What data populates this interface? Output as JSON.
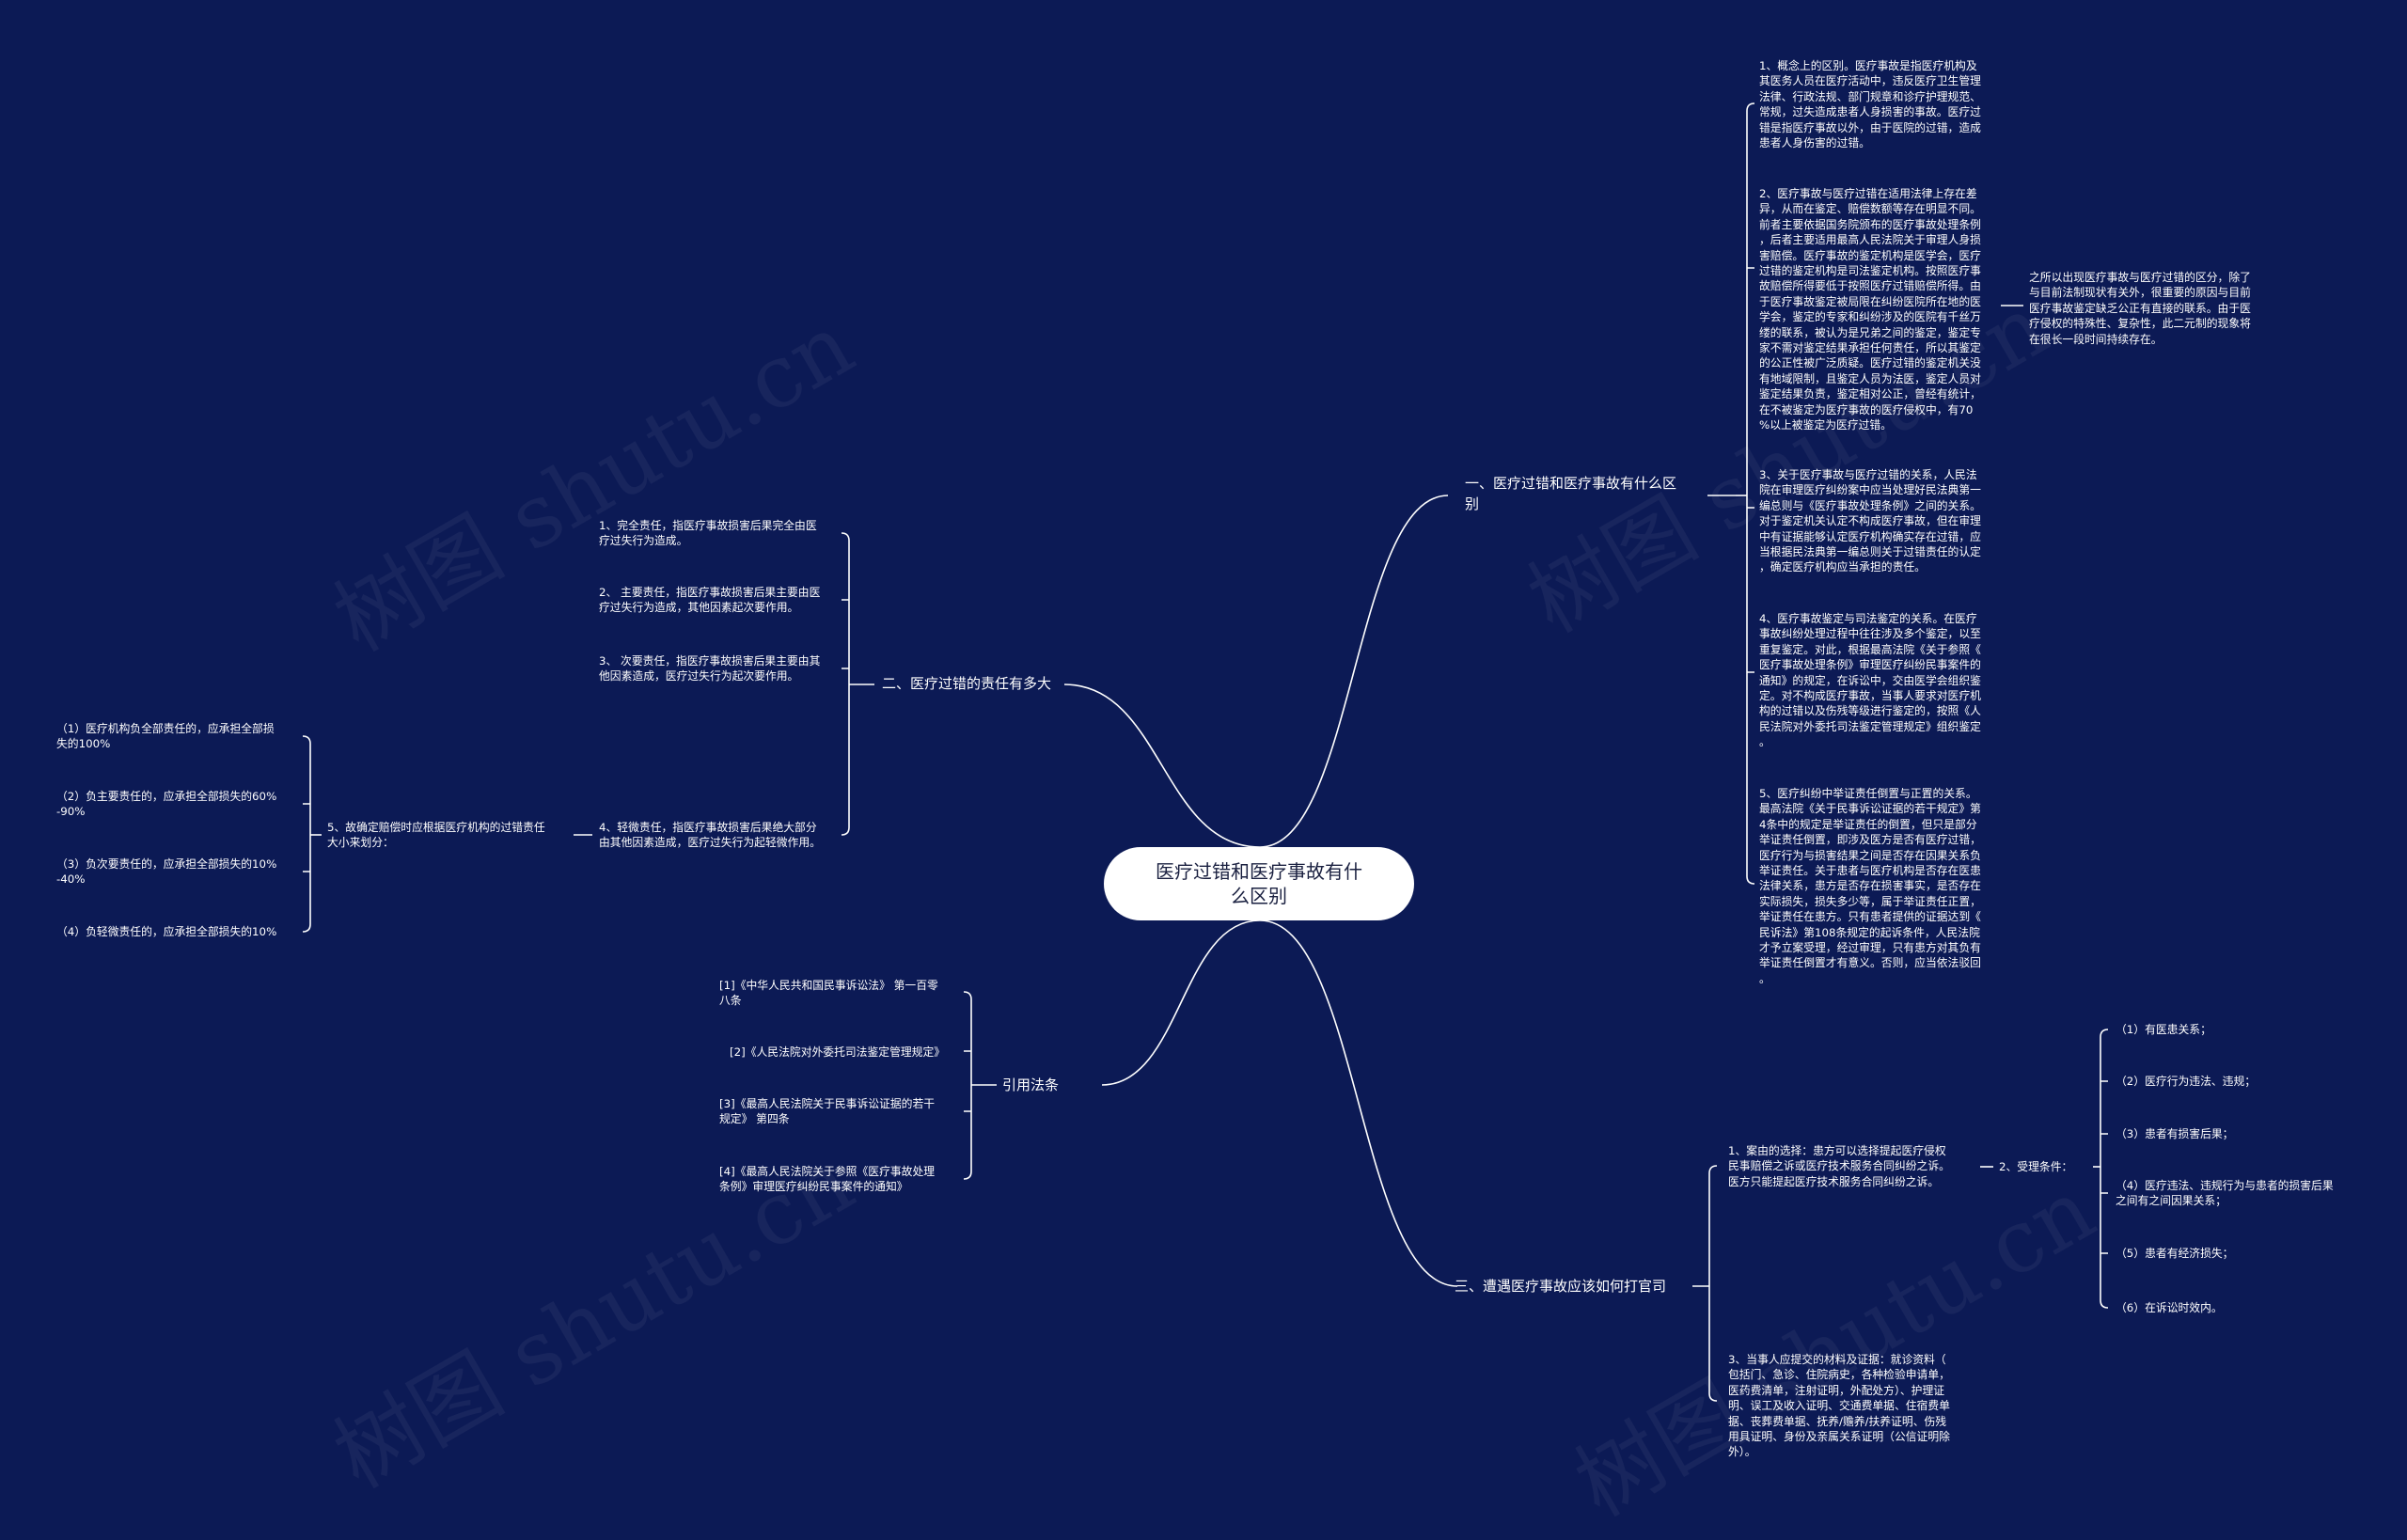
{
  "watermark": "树图 shutu.cn",
  "root": "医疗过错和医疗事故有什\n么区别",
  "branch1": {
    "title": "一、医疗过错和医疗事故有什么区\n别",
    "items": [
      "1、概念上的区别。医疗事故是指医疗机构及\n其医务人员在医疗活动中，违反医疗卫生管理\n法律、行政法规、部门规章和诊疗护理规范、\n常规，过失造成患者人身损害的事故。医疗过\n错是指医疗事故以外，由于医院的过错，造成\n患者人身伤害的过错。",
      "2、医疗事故与医疗过错在适用法律上存在差\n异，从而在鉴定、赔偿数额等存在明显不同。\n前者主要依据国务院颁布的医疗事故处理条例\n，后者主要适用最高人民法院关于审理人身损\n害赔偿。医疗事故的鉴定机构是医学会，医疗\n过错的鉴定机构是司法鉴定机构。按照医疗事\n故赔偿所得要低于按照医疗过错赔偿所得。由\n于医疗事故鉴定被局限在纠纷医院所在地的医\n学会，鉴定的专家和纠纷涉及的医院有千丝万\n缕的联系，被认为是兄弟之间的鉴定，鉴定专\n家不需对鉴定结果承担任何责任，所以其鉴定\n的公正性被广泛质疑。医疗过错的鉴定机关没\n有地域限制，且鉴定人员为法医，鉴定人员对\n鉴定结果负责，鉴定相对公正，曾经有统计，\n在不被鉴定为医疗事故的医疗侵权中，有70\n%以上被鉴定为医疗过错。",
      "3、关于医疗事故与医疗过错的关系，人民法\n院在审理医疗纠纷案中应当处理好民法典第一\n编总则与《医疗事故处理条例》之间的关系。\n对于鉴定机关认定不构成医疗事故，但在审理\n中有证据能够认定医疗机构确实存在过错，应\n当根据民法典第一编总则关于过错责任的认定\n，确定医疗机构应当承担的责任。",
      "4、医疗事故鉴定与司法鉴定的关系。在医疗\n事故纠纷处理过程中往往涉及多个鉴定，以至\n重复鉴定。对此，根据最高法院《关于参照《\n医疗事故处理条例》审理医疗纠纷民事案件的\n通知》的规定，在诉讼中，交由医学会组织鉴\n定。对不构成医疗事故，当事人要求对医疗机\n构的过错以及伤残等级进行鉴定的，按照《人\n民法院对外委托司法鉴定管理规定》组织鉴定\n。",
      "5、医疗纠纷中举证责任倒置与正置的关系。\n最高法院《关于民事诉讼证据的若干规定》第\n4条中的规定是举证责任的倒置，但只是部分\n举证责任倒置，即涉及医方是否有医疗过错，\n医疗行为与损害结果之间是否存在因果关系负\n举证责任。关于患者与医疗机构是否存在医患\n法律关系，患方是否存在损害事实，是否存在\n实际损失，损失多少等，属于举证责任正置，\n举证责任在患方。只有患者提供的证据达到《\n民诉法》第108条规定的起诉条件，人民法院\n才予立案受理，经过审理，只有患方对其负有\n举证责任倒置才有意义。否则，应当依法驳回\n。"
    ],
    "item2_note": "之所以出现医疗事故与医疗过错的区分，除了\n与目前法制现状有关外，很重要的原因与目前\n医疗事故鉴定缺乏公正有直接的联系。由于医\n疗侵权的特殊性、复杂性，此二元制的现象将\n在很长一段时间持续存在。"
  },
  "branch2": {
    "title": "二、医疗过错的责任有多大",
    "items": [
      "1、完全责任，指医疗事故损害后果完全由医\n疗过失行为造成。",
      "2、 主要责任，指医疗事故损害后果主要由医\n疗过失行为造成，其他因素起次要作用。",
      "3、 次要责任，指医疗事故损害后果主要由其\n他因素造成，医疗过失行为起次要作用。",
      "4、轻微责任，指医疗事故损害后果绝大部分\n由其他因素造成，医疗过失行为起轻微作用。"
    ],
    "sub5": {
      "title": "5、故确定赔偿时应根据医疗机构的过错责任\n大小来划分：",
      "items": [
        "（1）医疗机构负全部责任的，应承担全部损\n失的100%",
        "（2）负主要责任的，应承担全部损失的60%\n-90%",
        "（3）负次要责任的，应承担全部损失的10%\n-40%",
        "（4）负轻微责任的，应承担全部损失的10%"
      ]
    }
  },
  "branch3": {
    "title": "三、遭遇医疗事故应该如何打官司",
    "item1": "1、案由的选择：患方可以选择提起医疗侵权\n民事赔偿之诉或医疗技术服务合同纠纷之诉。\n医方只能提起医疗技术服务合同纠纷之诉。",
    "item2": {
      "title": "2、受理条件：",
      "items": [
        "（1）有医患关系；",
        "（2）医疗行为违法、违规；",
        "（3）患者有损害后果；",
        "（4）医疗违法、违规行为与患者的损害后果\n之间有之间因果关系；",
        "（5）患者有经济损失；",
        "（6）在诉讼时效内。"
      ]
    },
    "item3": "3、当事人应提交的材料及证据：就诊资料（\n包括门、急诊、住院病史，各种检验申请单，\n医药费清单，注射证明，外配处方）、护理证\n明、误工及收入证明、交通费单据、住宿费单\n据、丧葬费单据、抚养/赡养/扶养证明、伤残\n用具证明、身份及亲属关系证明（公信证明除\n外）。"
  },
  "branch4": {
    "title": "引用法条",
    "items": [
      "[1]《中华人民共和国民事诉讼法》 第一百零\n八条",
      "[2]《人民法院对外委托司法鉴定管理规定》",
      "[3]《最高人民法院关于民事诉讼证据的若干\n规定》 第四条",
      "[4]《最高人民法院关于参照《医疗事故处理\n条例》审理医疗纠纷民事案件的通知》"
    ]
  }
}
